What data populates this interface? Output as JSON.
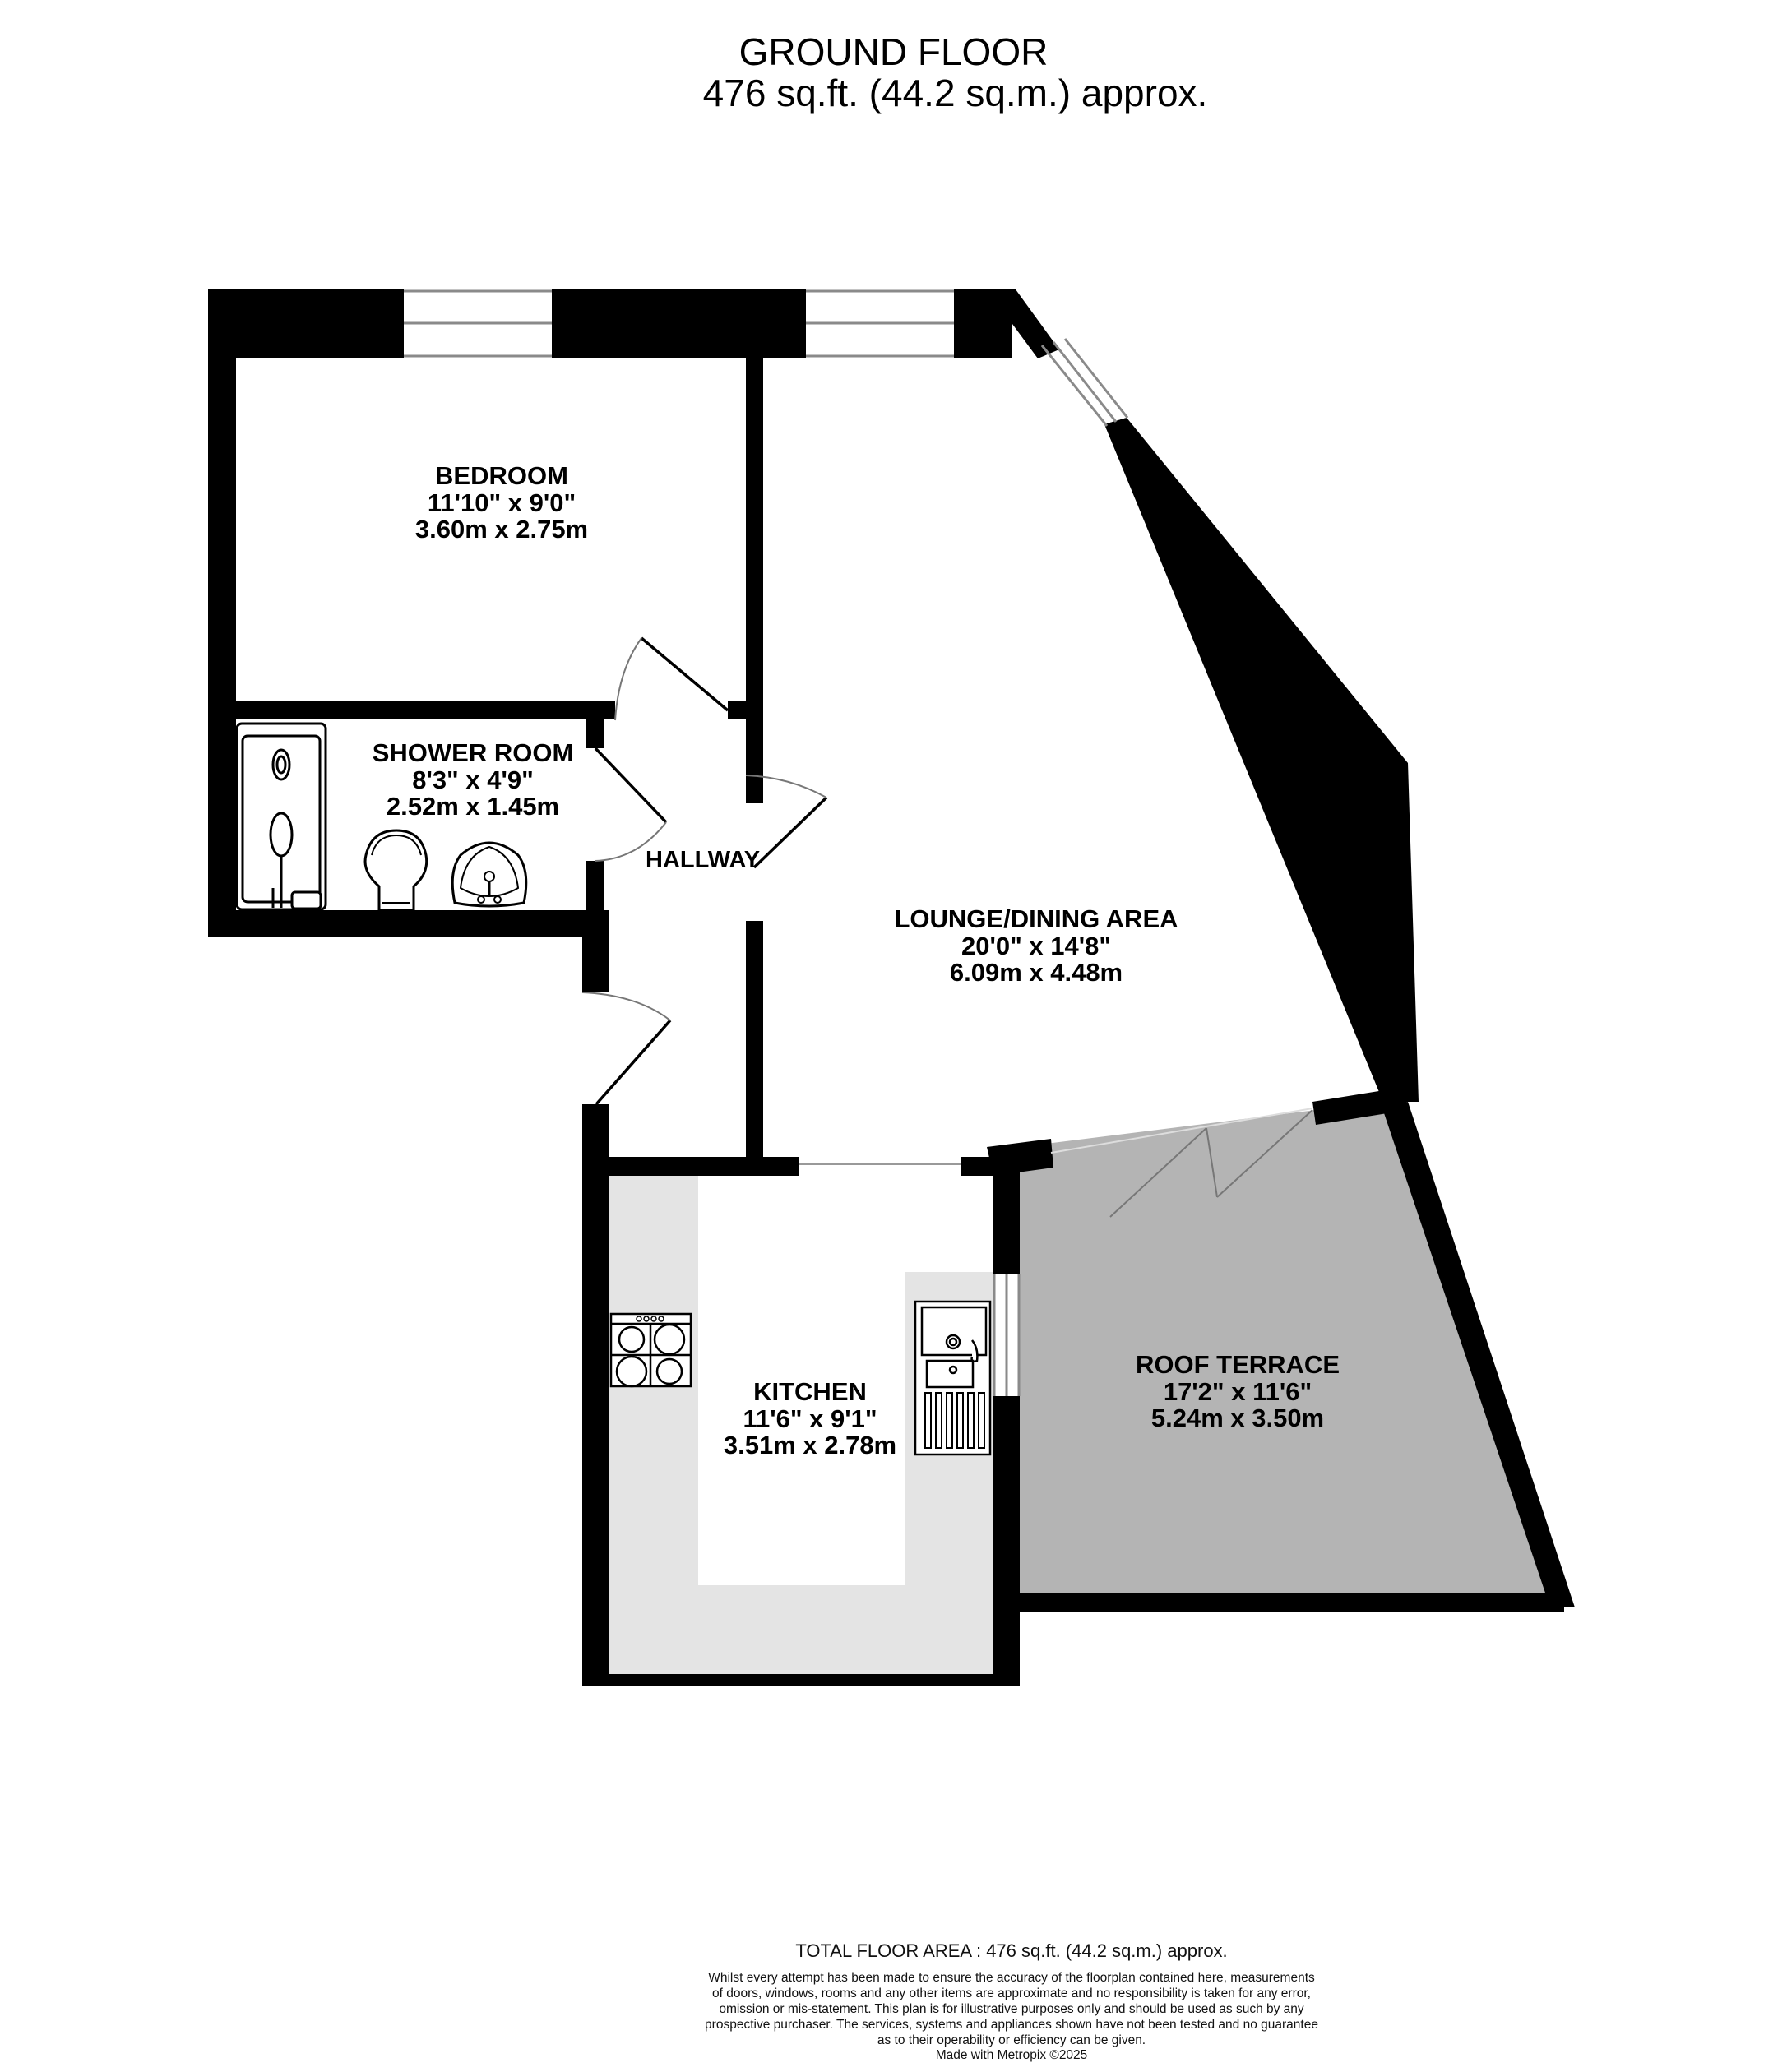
{
  "header": {
    "title": "GROUND FLOOR",
    "subtitle": "476 sq.ft. (44.2 sq.m.) approx."
  },
  "colors": {
    "wall": "#000000",
    "terrace_fill": "#b4b4b4",
    "worktop_fill": "#e4e4e4",
    "window_line": "#8a8a8a",
    "background": "#ffffff"
  },
  "rooms": {
    "bedroom": {
      "name": "BEDROOM",
      "imperial": "11'10\"  x 9'0\"",
      "metric": "3.60m  x 2.75m"
    },
    "shower_room": {
      "name": "SHOWER ROOM",
      "imperial": "8'3\"  x 4'9\"",
      "metric": "2.52m  x 1.45m"
    },
    "hallway": {
      "name": "HALLWAY"
    },
    "lounge": {
      "name": "LOUNGE/DINING AREA",
      "imperial": "20'0\"  x 14'8\"",
      "metric": "6.09m  x 4.48m"
    },
    "kitchen": {
      "name": "KITCHEN",
      "imperial": "11'6\"  x 9'1\"",
      "metric": "3.51m  x 2.78m"
    },
    "roof_terrace": {
      "name": "ROOF TERRACE",
      "imperial": "17'2\"  x 11'6\"",
      "metric": "5.24m  x 3.50m"
    }
  },
  "fixtures": [
    "shower-tray",
    "wc",
    "wash-basin",
    "gas-hob",
    "sink-with-drainer"
  ],
  "footer": {
    "total_area": "TOTAL FLOOR AREA : 476 sq.ft. (44.2 sq.m.) approx.",
    "disclaimer_lines": [
      "Whilst every attempt has been made to ensure the accuracy of the floorplan contained here, measurements",
      "of doors, windows, rooms and any other items are approximate and no responsibility is taken for any error,",
      "omission or mis-statement. This plan is for illustrative purposes only and should be used as such by any",
      "prospective purchaser. The services, systems and appliances shown have not been tested and no guarantee",
      "as to their operability or efficiency can be given."
    ],
    "made_with": "Made with Metropix ©2025"
  }
}
